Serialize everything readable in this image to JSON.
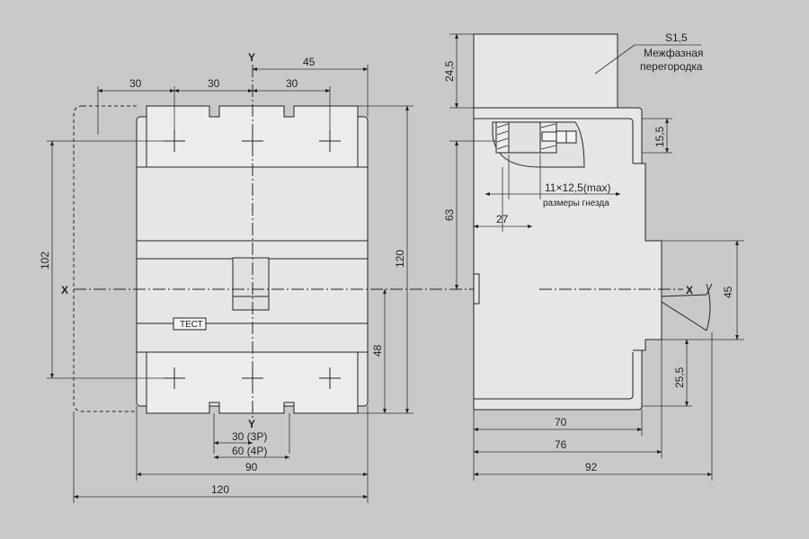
{
  "colors": {
    "background": "#c8c9ca",
    "body_fill": "#e6e6e6",
    "line": "#222222",
    "dim_line": "#333333"
  },
  "axes": {
    "y_top": "Y",
    "y_bottom": "Y",
    "x_front": "X",
    "x_side": "X"
  },
  "front": {
    "dims": {
      "pole_pitch_1": "30",
      "pole_pitch_2": "30",
      "pole_pitch_3": "30",
      "half_width": "45",
      "mount_spacing": "102",
      "body_height": "120",
      "axis_height": "48",
      "body_width": "90",
      "overall_width": "120"
    },
    "mount_hole_3p": "30 (3P)",
    "mount_hole_4p": "60 (4P)",
    "test_label": "ТЕСТ"
  },
  "side": {
    "dims": {
      "barrier_height": "24,5",
      "terminal_depth": "15,5",
      "height_63": "63",
      "terminal_27": "27",
      "depth_70": "70",
      "depth_76": "76",
      "depth_92": "92",
      "handle_45": "45",
      "lower_25_5": "25,5"
    },
    "barrier_label_line1": "S1,5",
    "barrier_label_line2": "Межфазная",
    "barrier_label_line3": "перегородка",
    "socket_size": "11×12,5(max)",
    "socket_label": "размеры гнезда"
  }
}
